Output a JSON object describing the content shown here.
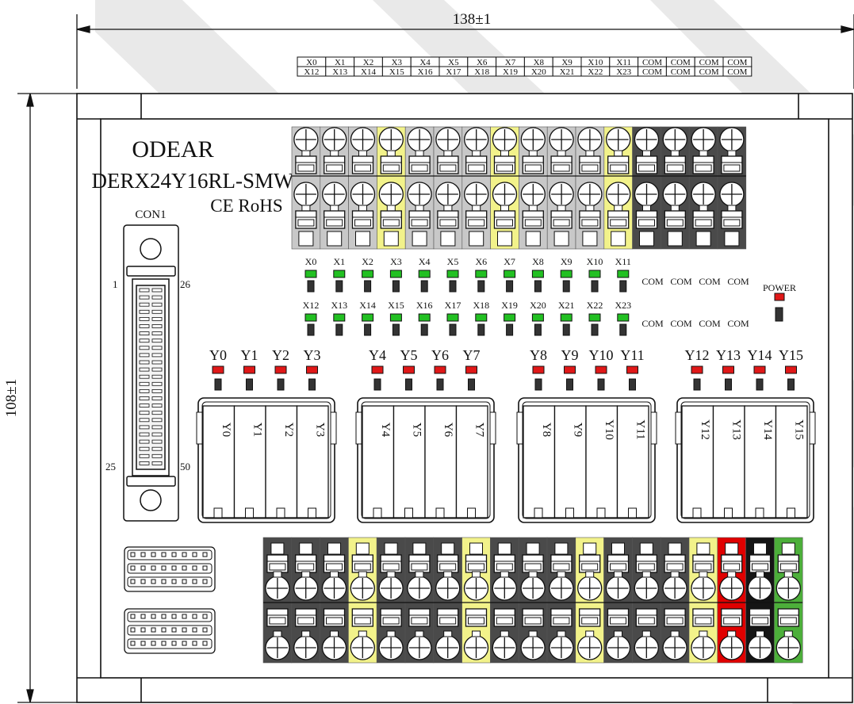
{
  "dimensions": {
    "width_label": "138±1",
    "height_label": "108±1"
  },
  "top_legend": {
    "row1": [
      "X0",
      "X1",
      "X2",
      "X3",
      "X4",
      "X5",
      "X6",
      "X7",
      "X8",
      "X9",
      "X10",
      "X11",
      "COM",
      "COM",
      "COM",
      "COM"
    ],
    "row2": [
      "X12",
      "X13",
      "X14",
      "X15",
      "X16",
      "X17",
      "X18",
      "X19",
      "X20",
      "X21",
      "X22",
      "X23",
      "COM",
      "COM",
      "COM",
      "COM"
    ]
  },
  "brand": {
    "name": "ODEAR",
    "model": "DERX24Y16RL-SMW",
    "cert": "CE RoHS"
  },
  "connector": {
    "name": "CON1",
    "pin_1": "1",
    "pin_26": "26",
    "pin_25": "25",
    "pin_50": "50"
  },
  "input_leds": {
    "row1": [
      "X0",
      "X1",
      "X2",
      "X3",
      "X4",
      "X5",
      "X6",
      "X7",
      "X8",
      "X9",
      "X10",
      "X11"
    ],
    "row2": [
      "X12",
      "X13",
      "X14",
      "X15",
      "X16",
      "X17",
      "X18",
      "X19",
      "X20",
      "X21",
      "X22",
      "X23"
    ],
    "com_row1": [
      "COM",
      "COM",
      "COM",
      "COM"
    ],
    "com_row2": [
      "COM",
      "COM",
      "COM",
      "COM"
    ]
  },
  "power": {
    "label": "POWER"
  },
  "output_leds": [
    "Y0",
    "Y1",
    "Y2",
    "Y3",
    "Y4",
    "Y5",
    "Y6",
    "Y7",
    "Y8",
    "Y9",
    "Y10",
    "Y11",
    "Y12",
    "Y13",
    "Y14",
    "Y15"
  ],
  "relay_labels": [
    "Y0",
    "Y1",
    "Y2",
    "Y3",
    "Y4",
    "Y5",
    "Y6",
    "Y7",
    "Y8",
    "Y9",
    "Y10",
    "Y11",
    "Y12",
    "Y13",
    "Y14",
    "Y15"
  ],
  "colors": {
    "input_led": "#22c022",
    "output_led": "#e01818",
    "terminal_grey": "#c8c8c8",
    "terminal_dark": "#4a4a4a",
    "terminal_yellow": "#f2f28a",
    "terminal_red": "#e00000",
    "terminal_green": "#4caf3a",
    "terminal_black": "#151515",
    "watermark": "#e6e6e6"
  },
  "top_terminal_colors": [
    "grey",
    "grey",
    "grey",
    "yellow",
    "grey",
    "grey",
    "grey",
    "yellow",
    "grey",
    "grey",
    "grey",
    "yellow",
    "dark",
    "dark",
    "dark",
    "dark"
  ],
  "bottom_terminal_colors": [
    "dark",
    "dark",
    "dark",
    "yellow",
    "dark",
    "dark",
    "dark",
    "yellow",
    "dark",
    "dark",
    "dark",
    "yellow",
    "dark",
    "dark",
    "dark",
    "yellow",
    "red",
    "black",
    "green"
  ]
}
